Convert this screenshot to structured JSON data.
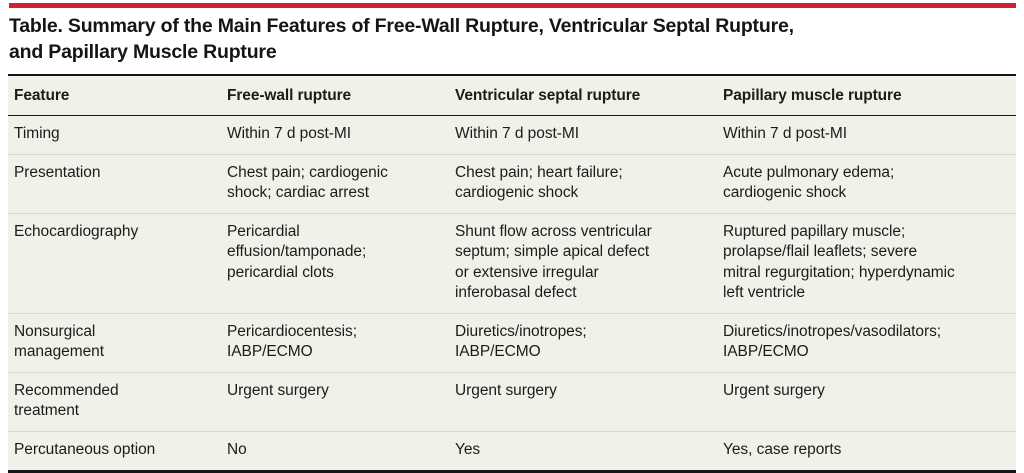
{
  "colors": {
    "accent_rule": "#d31f33",
    "table_background": "#f1f0e9",
    "border_dark": "#17171a",
    "row_divider": "#d9d8cf",
    "text": "#1c1c1c"
  },
  "title": {
    "line1": "Table. Summary of the Main Features of Free-Wall Rupture, Ventricular Septal Rupture,",
    "line2": "and Papillary Muscle Rupture"
  },
  "table": {
    "columns": [
      "Feature",
      "Free-wall rupture",
      "Ventricular septal rupture",
      "Papillary muscle rupture"
    ],
    "rows": [
      {
        "feature": [
          "Timing"
        ],
        "free_wall": [
          "Within 7 d post-MI"
        ],
        "ventricular_septal": [
          "Within 7 d post-MI"
        ],
        "papillary_muscle": [
          "Within 7 d post-MI"
        ]
      },
      {
        "feature": [
          "Presentation"
        ],
        "free_wall": [
          "Chest pain; cardiogenic",
          "shock; cardiac arrest"
        ],
        "ventricular_septal": [
          "Chest pain; heart failure;",
          "cardiogenic shock"
        ],
        "papillary_muscle": [
          "Acute pulmonary edema;",
          "cardiogenic shock"
        ]
      },
      {
        "feature": [
          "Echocardiography"
        ],
        "free_wall": [
          "Pericardial",
          "effusion/tamponade;",
          "pericardial clots"
        ],
        "ventricular_septal": [
          "Shunt flow across ventricular",
          "septum; simple apical defect",
          "or extensive irregular",
          "inferobasal defect"
        ],
        "papillary_muscle": [
          "Ruptured papillary muscle;",
          "prolapse/flail leaflets; severe",
          "mitral regurgitation; hyperdynamic",
          "left ventricle"
        ]
      },
      {
        "feature": [
          "Nonsurgical",
          "management"
        ],
        "free_wall": [
          "Pericardiocentesis;",
          "IABP/ECMO"
        ],
        "ventricular_septal": [
          "Diuretics/inotropes;",
          "IABP/ECMO"
        ],
        "papillary_muscle": [
          "Diuretics/inotropes/vasodilators;",
          "IABP/ECMO"
        ]
      },
      {
        "feature": [
          "Recommended",
          "treatment"
        ],
        "free_wall": [
          "Urgent surgery"
        ],
        "ventricular_septal": [
          "Urgent surgery"
        ],
        "papillary_muscle": [
          "Urgent surgery"
        ]
      },
      {
        "feature": [
          "Percutaneous option"
        ],
        "free_wall": [
          "No"
        ],
        "ventricular_septal": [
          "Yes"
        ],
        "papillary_muscle": [
          "Yes, case reports"
        ]
      }
    ]
  }
}
